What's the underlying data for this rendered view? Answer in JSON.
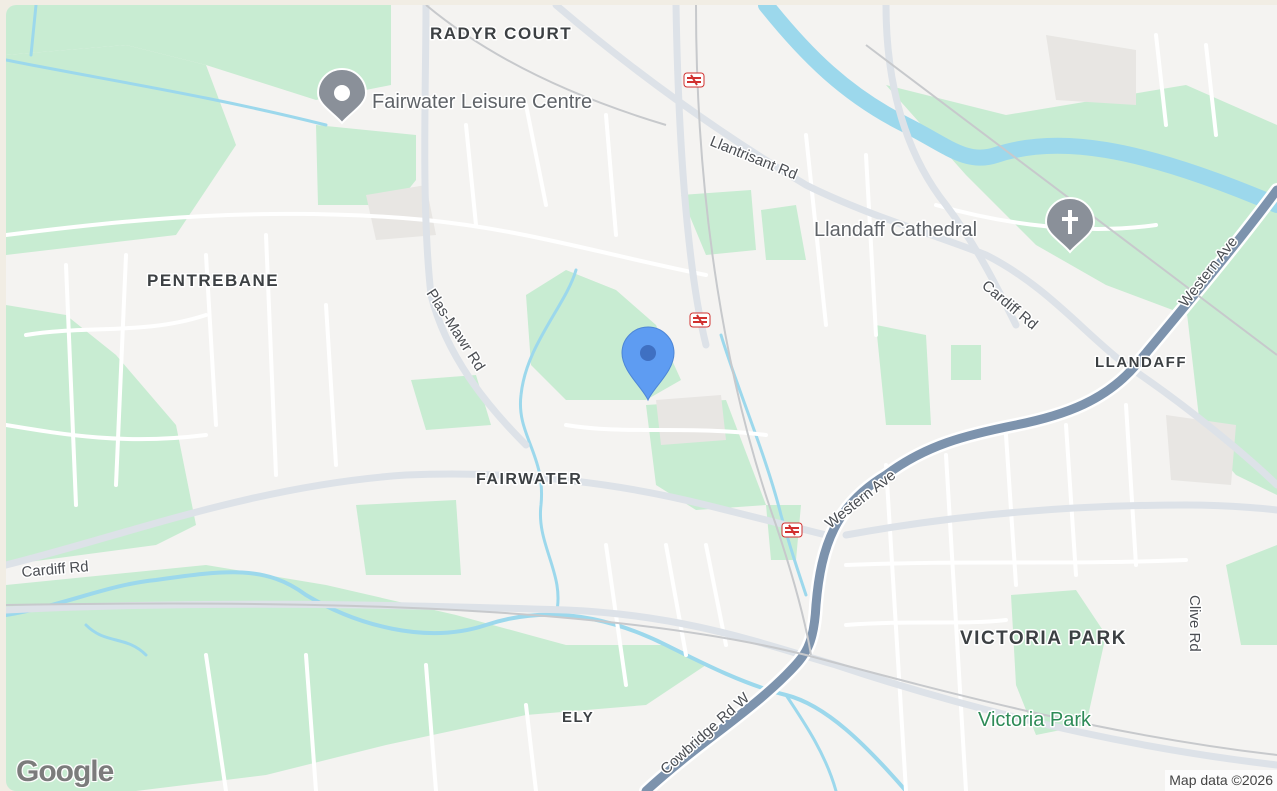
{
  "map": {
    "areas": {
      "radyr_court": "RADYR COURT",
      "pentrebane": "PENTREBANE",
      "fairwater": "FAIRWATER",
      "llandaff": "LLANDAFF",
      "victoria_park_area": "VICTORIA PARK",
      "ely": "ELY"
    },
    "roads": {
      "llantrisant": "Llantrisant Rd",
      "plas_mawr": "Plas-Mawr Rd",
      "cardiff_ne": "Cardiff Rd",
      "cardiff_w": "Cardiff Rd",
      "western_ave_top": "Western Ave",
      "western_ave_mid": "Western Ave",
      "cowbridge": "Cowbridge Rd W",
      "clive": "Clive Rd"
    },
    "pois": {
      "leisure": "Fairwater Leisure Centre",
      "cathedral": "Llandaff Cathedral",
      "victoria_park": "Victoria Park"
    },
    "brand": "Google",
    "attribution": "Map data ©2026",
    "colors": {
      "background": "#f4f3f1",
      "park": "#c8ecd2",
      "water": "#9cd8ec",
      "major_road": "#7d93ad",
      "pin": "#5e9cf2",
      "rail_icon": "#d1302f"
    }
  }
}
